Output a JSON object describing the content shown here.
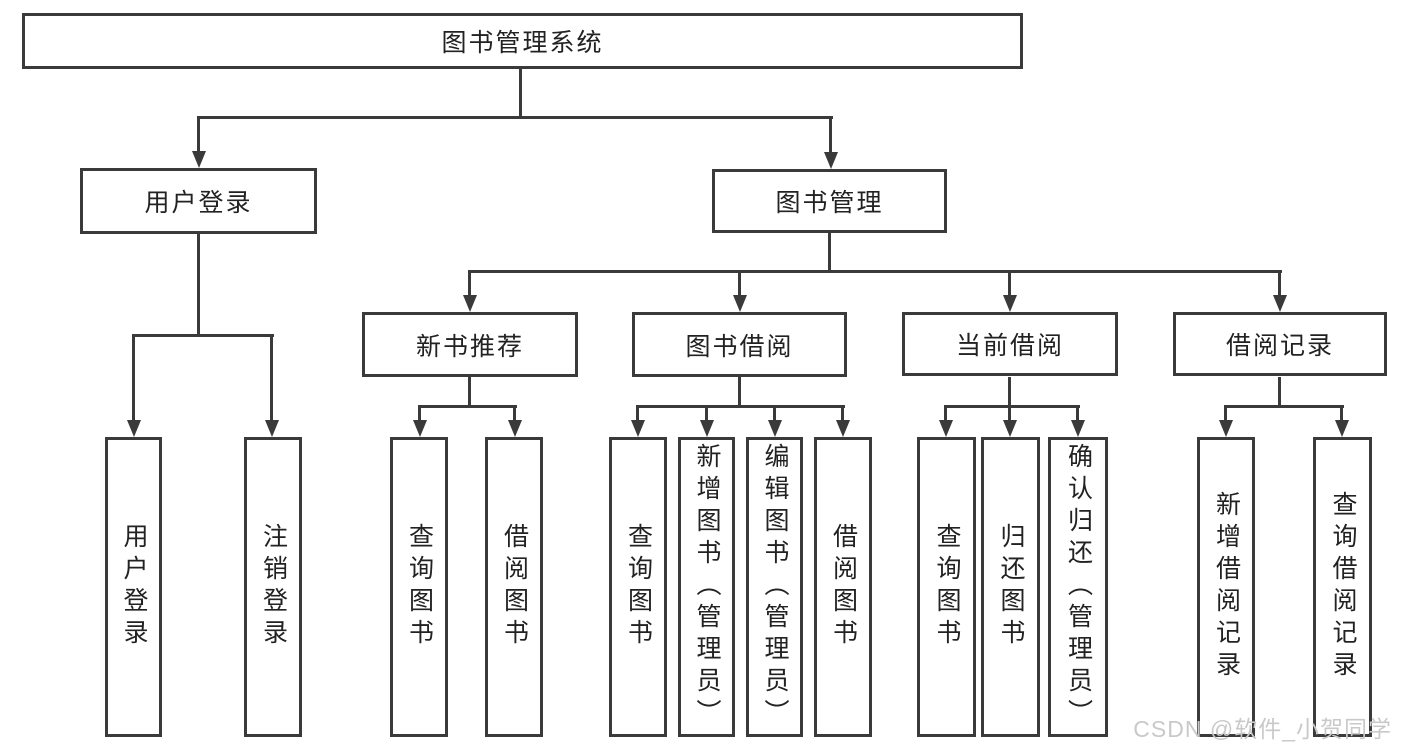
{
  "diagram": {
    "title": "图书管理系统",
    "nodes": [
      {
        "id": "library-system",
        "label": "图书管理系统",
        "level": 0,
        "parent": null
      },
      {
        "id": "user-login",
        "label": "用户登录",
        "level": 1,
        "parent": "library-system"
      },
      {
        "id": "book-management",
        "label": "图书管理",
        "level": 1,
        "parent": "library-system"
      },
      {
        "id": "new-book-recommend",
        "label": "新书推荐",
        "level": 2,
        "parent": "book-management"
      },
      {
        "id": "book-borrowing",
        "label": "图书借阅",
        "level": 2,
        "parent": "book-management"
      },
      {
        "id": "current-borrowing",
        "label": "当前借阅",
        "level": 2,
        "parent": "book-management"
      },
      {
        "id": "borrowing-records",
        "label": "借阅记录",
        "level": 2,
        "parent": "book-management"
      },
      {
        "id": "user-login-leaf",
        "label": "用户登录",
        "level": 3,
        "parent": "user-login"
      },
      {
        "id": "logout-leaf",
        "label": "注销登录",
        "level": 3,
        "parent": "user-login"
      },
      {
        "id": "nbr-query-books",
        "label": "查询图书",
        "level": 3,
        "parent": "new-book-recommend"
      },
      {
        "id": "nbr-borrow-books",
        "label": "借阅图书",
        "level": 3,
        "parent": "new-book-recommend"
      },
      {
        "id": "bb-query-books",
        "label": "查询图书",
        "level": 3,
        "parent": "book-borrowing"
      },
      {
        "id": "bb-add-books-admin",
        "label": "新增图书（管理员）",
        "level": 3,
        "parent": "book-borrowing"
      },
      {
        "id": "bb-edit-books-admin",
        "label": "编辑图书（管理员）",
        "level": 3,
        "parent": "book-borrowing"
      },
      {
        "id": "bb-borrow-books",
        "label": "借阅图书",
        "level": 3,
        "parent": "book-borrowing"
      },
      {
        "id": "cb-query-books",
        "label": "查询图书",
        "level": 3,
        "parent": "current-borrowing"
      },
      {
        "id": "cb-return-books",
        "label": "归还图书",
        "level": 3,
        "parent": "current-borrowing"
      },
      {
        "id": "cb-confirm-return-admin",
        "label": "确认归还（管理员）",
        "level": 3,
        "parent": "current-borrowing"
      },
      {
        "id": "br-add-record",
        "label": "新增借阅记录",
        "level": 3,
        "parent": "borrowing-records"
      },
      {
        "id": "br-query-record",
        "label": "查询借阅记录",
        "level": 3,
        "parent": "borrowing-records"
      }
    ]
  },
  "watermark": {
    "text": "CSDN @软件_小贺同学"
  },
  "colors": {
    "line": "#3a3a3a",
    "text": "#222222",
    "background": "#ffffff",
    "watermark": "#c9c9c9"
  }
}
